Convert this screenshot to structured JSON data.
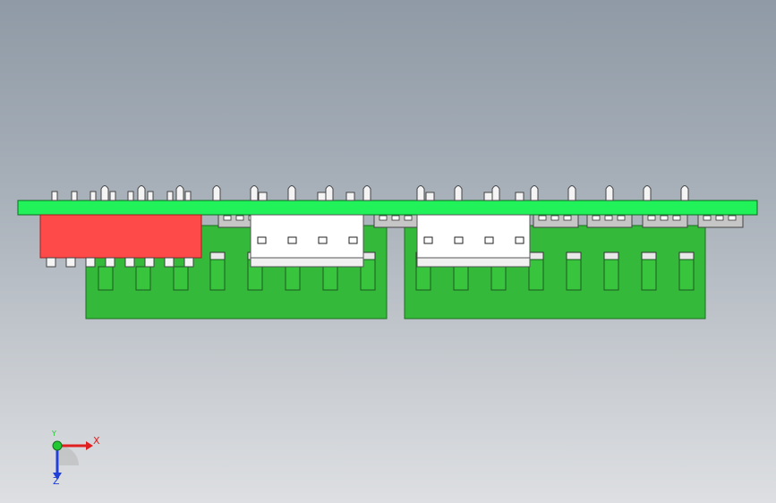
{
  "viewport": {
    "background_top": "#8f9aa6",
    "background_bottom": "#dddfe2"
  },
  "model": {
    "pcb_color": "#22f25a",
    "connector_body_color": "#35b93a",
    "red_component_color": "#ff4a4a",
    "white_header_color": "#ffffff",
    "pin_color": "#f4f4f4",
    "left_header_pins": 4,
    "right_header_pins": 4
  },
  "triad": {
    "x_label": "X",
    "y_label": "Y",
    "z_label": "Z",
    "x_color": "#e02020",
    "y_color": "#22c832",
    "z_color": "#2040d8"
  }
}
